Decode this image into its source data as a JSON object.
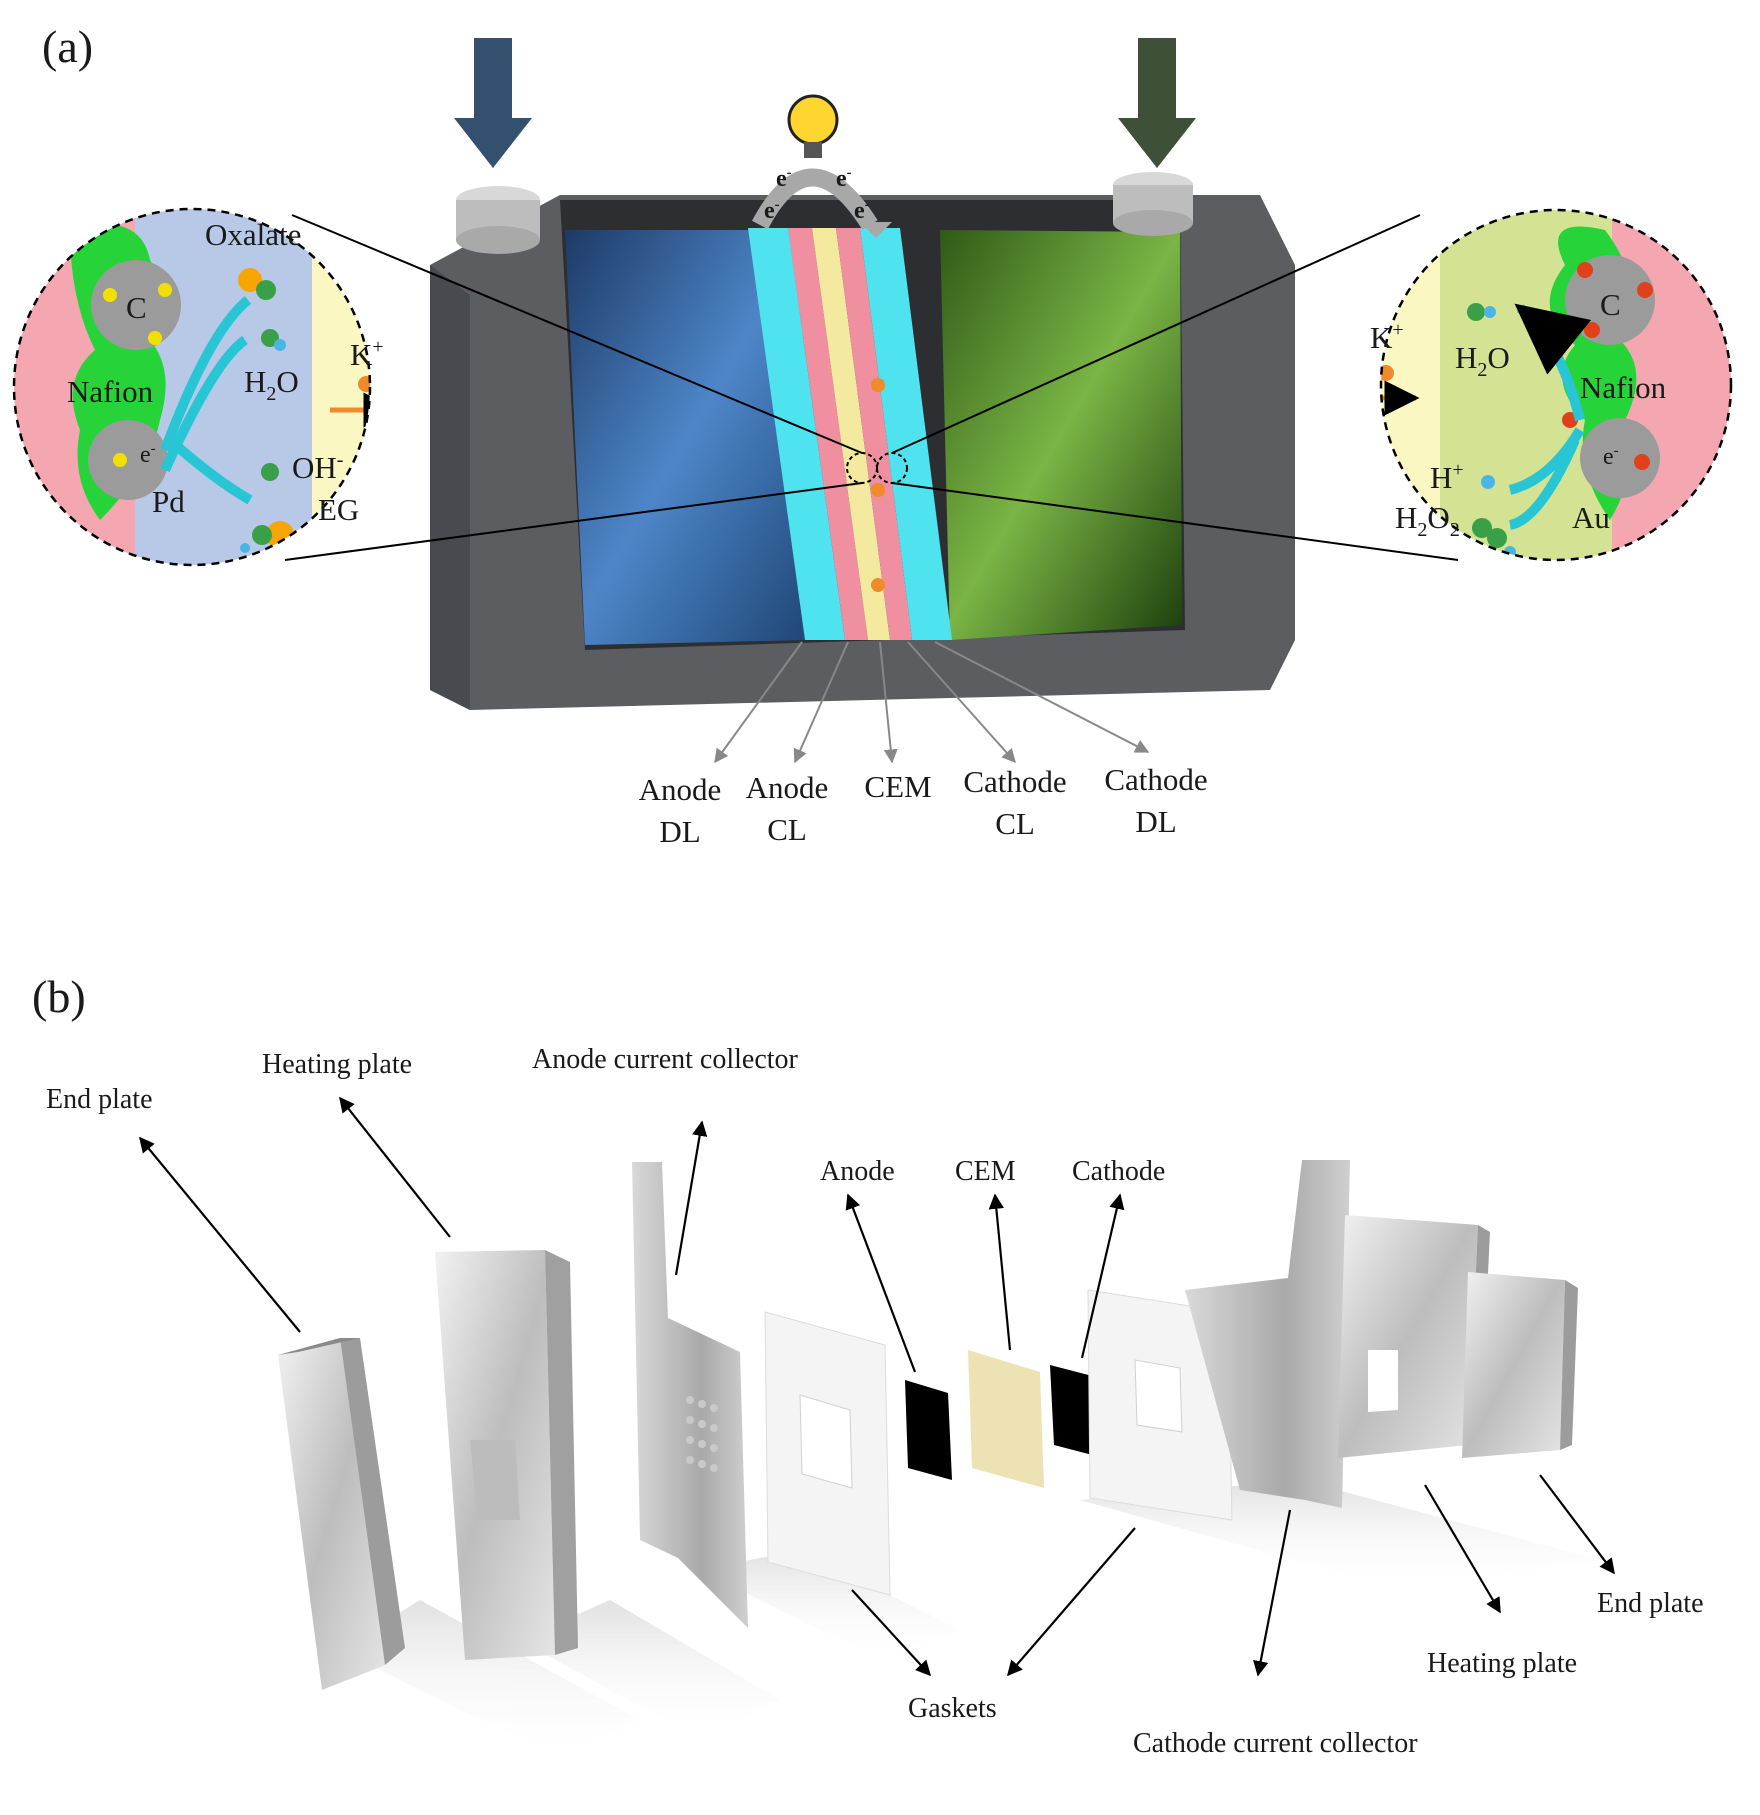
{
  "panels": {
    "a": "(a)",
    "b": "(b)"
  },
  "panel_a": {
    "layers": [
      {
        "line1": "Anode",
        "line2": "DL"
      },
      {
        "line1": "Anode",
        "line2": "CL"
      },
      {
        "line1": "CEM",
        "line2": ""
      },
      {
        "line1": "Cathode",
        "line2": "CL"
      },
      {
        "line1": "Cathode",
        "line2": "DL"
      }
    ],
    "electron": "e",
    "electron_sup": "-",
    "left_zoom": {
      "oxalate": "Oxalate",
      "c": "C",
      "nafion": "Nafion",
      "h2o_main": "H",
      "h2o_sub": "2",
      "h2o_end": "O",
      "k_main": "K",
      "k_sup": "+",
      "oh_main": "OH",
      "oh_sup": "-",
      "eg": "EG",
      "pd": "Pd",
      "e_main": "e",
      "e_sup": "-"
    },
    "right_zoom": {
      "k_main": "K",
      "k_sup": "+",
      "h2o_main": "H",
      "h2o_sub": "2",
      "h2o_end": "O",
      "c": "C",
      "nafion": "Nafion",
      "h_main": "H",
      "h_sup": "+",
      "h2o2_a": "H",
      "h2o2_sub1": "2",
      "h2o2_b": "O",
      "h2o2_sub2": "2",
      "au": "Au",
      "e_main": "e",
      "e_sup": "-"
    },
    "colors": {
      "anode_inlet": "#34506f",
      "cathode_inlet": "#3e5038",
      "dl": "#4fe3ef",
      "cl": "#f08fa0",
      "cem": "#f3eaa0"
    }
  },
  "panel_b": {
    "labels": {
      "end_plate_left": "End plate",
      "heating_plate_left": "Heating plate",
      "anode_current_collector": "Anode current collector",
      "anode": "Anode",
      "cem": "CEM",
      "cathode": "Cathode",
      "gaskets": "Gaskets",
      "cathode_current_collector": "Cathode current collector",
      "heating_plate_right": "Heating plate",
      "end_plate_right": "End plate"
    }
  }
}
